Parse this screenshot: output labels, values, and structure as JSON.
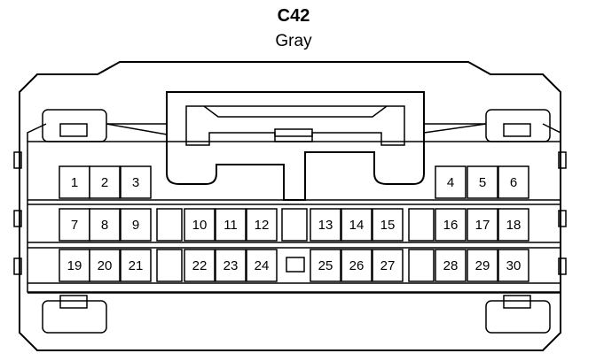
{
  "connector": {
    "id": "C42",
    "color_label": "Gray"
  },
  "pins": {
    "row1": [
      "1",
      "2",
      "3",
      "4",
      "5",
      "6"
    ],
    "row2": [
      "7",
      "8",
      "9",
      "10",
      "11",
      "12",
      "13",
      "14",
      "15",
      "16",
      "17",
      "18"
    ],
    "row3": [
      "19",
      "20",
      "21",
      "22",
      "23",
      "24",
      "25",
      "26",
      "27",
      "28",
      "29",
      "30"
    ]
  },
  "colors": {
    "line": "#000000",
    "background": "#ffffff"
  }
}
